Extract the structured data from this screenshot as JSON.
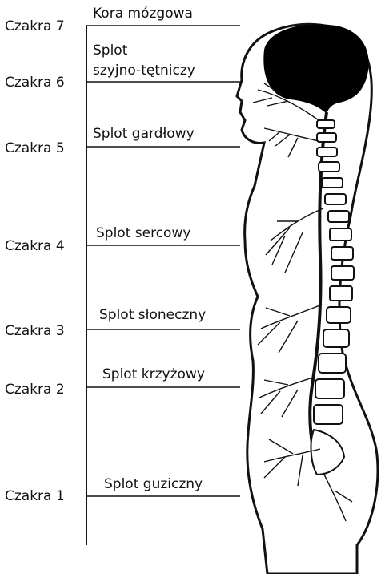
{
  "chakras": [
    {
      "label": "Czakra 7",
      "plexus": "Kora mózgowa"
    },
    {
      "label": "Czakra 6",
      "plexus_line1": "Splot",
      "plexus_line2": "szyjno-tętniczy"
    },
    {
      "label": "Czakra 5",
      "plexus": "Splot gardłowy"
    },
    {
      "label": "Czakra 4",
      "plexus": "Splot sercowy"
    },
    {
      "label": "Czakra 3",
      "plexus": "Splot słoneczny"
    },
    {
      "label": "Czakra 2",
      "plexus": "Splot krzyżowy"
    },
    {
      "label": "Czakra 1",
      "plexus": "Splot guziczny"
    }
  ],
  "colors": {
    "ink": "#111111",
    "brain": "#000000",
    "background": "#ffffff"
  }
}
